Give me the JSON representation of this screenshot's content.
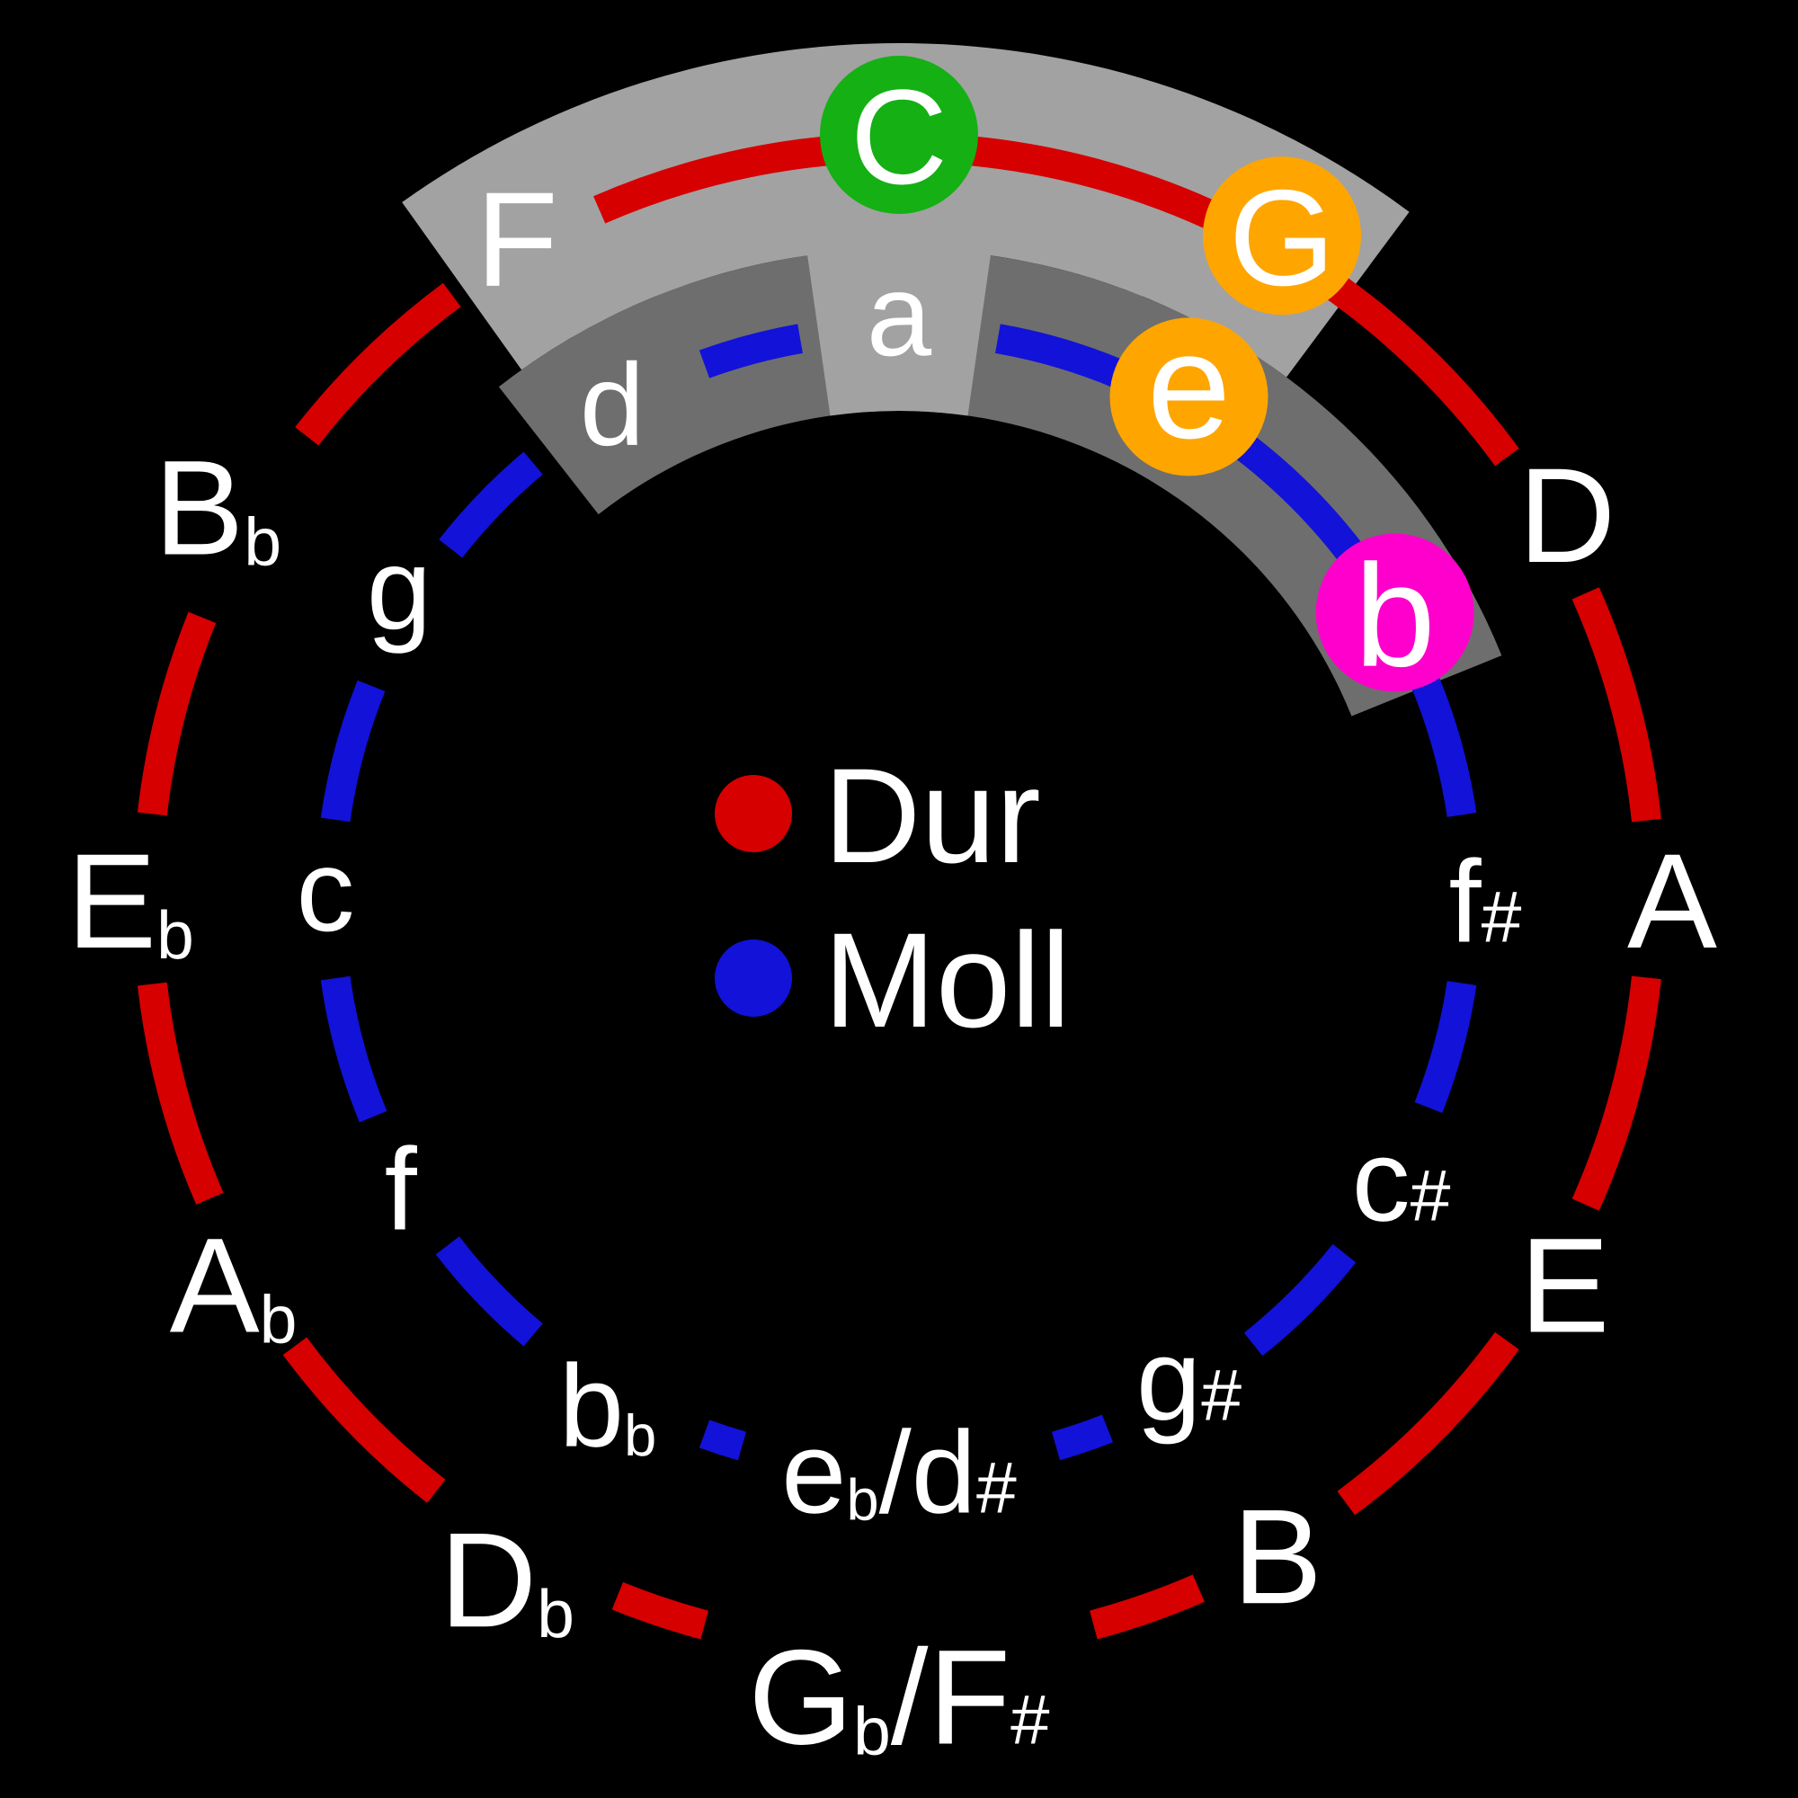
{
  "diagram": {
    "type": "circle-of-fifths",
    "language": "de",
    "background_color": "#000000",
    "text_color": "#ffffff",
    "rings": {
      "major": {
        "name": "Dur",
        "color": "#d60000"
      },
      "minor": {
        "name": "Moll",
        "color": "#1212d8"
      }
    },
    "legend": {
      "items": [
        {
          "id": "dur",
          "label": "Dur",
          "dot_color": "#d60000"
        },
        {
          "id": "moll",
          "label": "Moll",
          "dot_color": "#1212d8"
        }
      ]
    },
    "highlight_colors": {
      "green": "#14b014",
      "orange": "#ffa500",
      "magenta": "#ff00cc"
    },
    "highlighted_region": {
      "majors": [
        "F",
        "C",
        "G"
      ],
      "minors": [
        "d",
        "a",
        "e",
        "b"
      ],
      "major_sector_fill": "#a2a2a2",
      "minor_sector_fill": "#6e6e6e"
    },
    "positions": [
      {
        "index": 0,
        "angle": 0,
        "major": {
          "text": "C",
          "segments": [
            {
              "t": "C"
            }
          ],
          "highlight": "green"
        },
        "minor": {
          "text": "a",
          "segments": [
            {
              "t": "a"
            }
          ]
        }
      },
      {
        "index": 1,
        "angle": 30,
        "major": {
          "text": "G",
          "segments": [
            {
              "t": "G"
            }
          ],
          "highlight": "orange"
        },
        "minor": {
          "text": "e",
          "segments": [
            {
              "t": "e"
            }
          ],
          "highlight": "orange"
        }
      },
      {
        "index": 2,
        "angle": 60,
        "major": {
          "text": "D",
          "segments": [
            {
              "t": "D"
            }
          ]
        },
        "minor": {
          "text": "b",
          "segments": [
            {
              "t": "b"
            }
          ],
          "highlight": "magenta"
        }
      },
      {
        "index": 3,
        "angle": 90,
        "major": {
          "text": "A",
          "segments": [
            {
              "t": "A"
            }
          ]
        },
        "minor": {
          "text": "f#",
          "segments": [
            {
              "t": "f"
            },
            {
              "t": "#",
              "size": 0.62
            }
          ]
        }
      },
      {
        "index": 4,
        "angle": 120,
        "major": {
          "text": "E",
          "segments": [
            {
              "t": "E"
            }
          ]
        },
        "minor": {
          "text": "c#",
          "segments": [
            {
              "t": "c"
            },
            {
              "t": "#",
              "size": 0.62
            }
          ]
        }
      },
      {
        "index": 5,
        "angle": 150,
        "major": {
          "text": "B",
          "segments": [
            {
              "t": "B"
            }
          ]
        },
        "minor": {
          "text": "g#",
          "segments": [
            {
              "t": "g"
            },
            {
              "t": "#",
              "size": 0.62
            }
          ]
        }
      },
      {
        "index": 6,
        "angle": 180,
        "major": {
          "text": "Gb/F#",
          "segments": [
            {
              "t": "G"
            },
            {
              "t": "b",
              "size": 0.5,
              "dy": 0.08
            },
            {
              "t": "/F"
            },
            {
              "t": "#",
              "size": 0.52
            }
          ]
        },
        "minor": {
          "text": "eb/d#",
          "segments": [
            {
              "t": "e"
            },
            {
              "t": "b",
              "size": 0.5,
              "dy": 0.06
            },
            {
              "t": "/d"
            },
            {
              "t": "#",
              "size": 0.62
            }
          ]
        }
      },
      {
        "index": 7,
        "angle": 210,
        "major": {
          "text": "Db",
          "segments": [
            {
              "t": "D"
            },
            {
              "t": "b",
              "size": 0.5,
              "dy": 0.08
            }
          ]
        },
        "minor": {
          "text": "bb",
          "segments": [
            {
              "t": "b"
            },
            {
              "t": "b",
              "size": 0.5,
              "dy": 0.08
            }
          ]
        }
      },
      {
        "index": 8,
        "angle": 240,
        "major": {
          "text": "Ab",
          "segments": [
            {
              "t": "A"
            },
            {
              "t": "b",
              "size": 0.5,
              "dy": 0.08
            }
          ]
        },
        "minor": {
          "text": "f",
          "segments": [
            {
              "t": "f"
            }
          ]
        }
      },
      {
        "index": 9,
        "angle": 270,
        "major": {
          "text": "Eb",
          "segments": [
            {
              "t": "E"
            },
            {
              "t": "b",
              "size": 0.5,
              "dy": 0.08
            }
          ]
        },
        "minor": {
          "text": "c",
          "segments": [
            {
              "t": "c"
            }
          ]
        }
      },
      {
        "index": 10,
        "angle": 300,
        "major": {
          "text": "Bb",
          "segments": [
            {
              "t": "B"
            },
            {
              "t": "b",
              "size": 0.5,
              "dy": 0.08
            }
          ]
        },
        "minor": {
          "text": "g",
          "segments": [
            {
              "t": "g"
            }
          ]
        }
      },
      {
        "index": 11,
        "angle": 330,
        "major": {
          "text": "F",
          "segments": [
            {
              "t": "F"
            }
          ]
        },
        "minor": {
          "text": "d",
          "segments": [
            {
              "t": "d"
            }
          ]
        }
      }
    ]
  }
}
